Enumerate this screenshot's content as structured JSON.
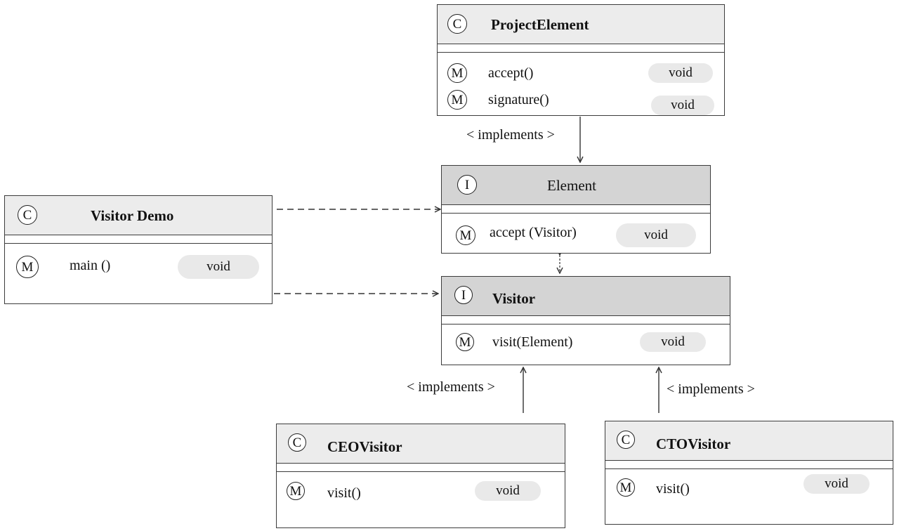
{
  "classes": {
    "project_element": {
      "kind_badge": "C",
      "name": "ProjectElement",
      "methods": [
        {
          "badge": "M",
          "name": "accept()",
          "return_type": "void"
        },
        {
          "badge": "M",
          "name": "signature()",
          "return_type": "void"
        }
      ]
    },
    "element": {
      "kind_badge": "I",
      "name": "Element",
      "methods": [
        {
          "badge": "M",
          "name": "accept (Visitor)",
          "return_type": "void"
        }
      ]
    },
    "visitor_demo": {
      "kind_badge": "C",
      "name": "Visitor Demo",
      "methods": [
        {
          "badge": "M",
          "name": "main ()",
          "return_type": "void"
        }
      ]
    },
    "visitor": {
      "kind_badge": "I",
      "name": "Visitor",
      "methods": [
        {
          "badge": "M",
          "name": "visit(Element)",
          "return_type": "void"
        }
      ]
    },
    "ceo_visitor": {
      "kind_badge": "C",
      "name": "CEOVisitor",
      "methods": [
        {
          "badge": "M",
          "name": "visit()",
          "return_type": "void"
        }
      ]
    },
    "cto_visitor": {
      "kind_badge": "C",
      "name": "CTOVisitor",
      "methods": [
        {
          "badge": "M",
          "name": "visit()",
          "return_type": "void"
        }
      ]
    }
  },
  "relations": {
    "project_element_implements_label": "< implements >",
    "ceo_implements_label": "< implements >",
    "cto_implements_label": "< implements >"
  },
  "colors": {
    "class_header": "#ececec",
    "interface_header": "#d4d4d4",
    "return_pill": "#e9e9e9",
    "line": "#3c3c3c"
  }
}
